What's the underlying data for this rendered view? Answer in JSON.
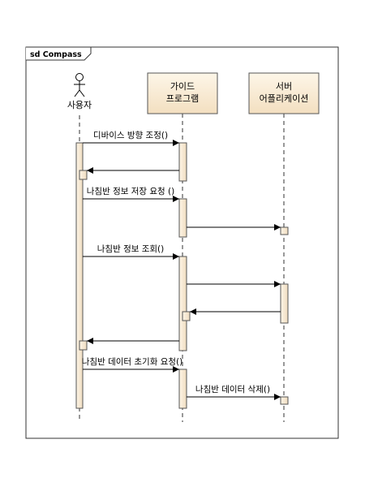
{
  "frame": {
    "title": "sd Compass"
  },
  "participants": [
    {
      "id": "user",
      "kind": "actor",
      "lines": [
        "사용자"
      ]
    },
    {
      "id": "guide",
      "kind": "box",
      "lines": [
        "가이드",
        "프로그램"
      ]
    },
    {
      "id": "server",
      "kind": "box",
      "lines": [
        "서버",
        "어플리케이션"
      ]
    }
  ],
  "messages": [
    {
      "from": "user",
      "to": "guide",
      "label": "디바이스 방향 조정()",
      "kind": "call"
    },
    {
      "from": "guide",
      "to": "user",
      "label": "",
      "kind": "return"
    },
    {
      "from": "user",
      "to": "guide",
      "label": "나침반 정보 저장 요청 ()",
      "kind": "call"
    },
    {
      "from": "guide",
      "to": "server",
      "label": "",
      "kind": "call"
    },
    {
      "from": "user",
      "to": "guide",
      "label": "나침반 정보 조회()",
      "kind": "call"
    },
    {
      "from": "guide",
      "to": "server",
      "label": "",
      "kind": "call"
    },
    {
      "from": "server",
      "to": "guide",
      "label": "",
      "kind": "return"
    },
    {
      "from": "guide",
      "to": "user",
      "label": "",
      "kind": "return"
    },
    {
      "from": "user",
      "to": "guide",
      "label": "나침반 데이터 초기화 요청()",
      "kind": "call"
    },
    {
      "from": "guide",
      "to": "server",
      "label": "나침반 데이터 삭제()",
      "kind": "call"
    }
  ]
}
